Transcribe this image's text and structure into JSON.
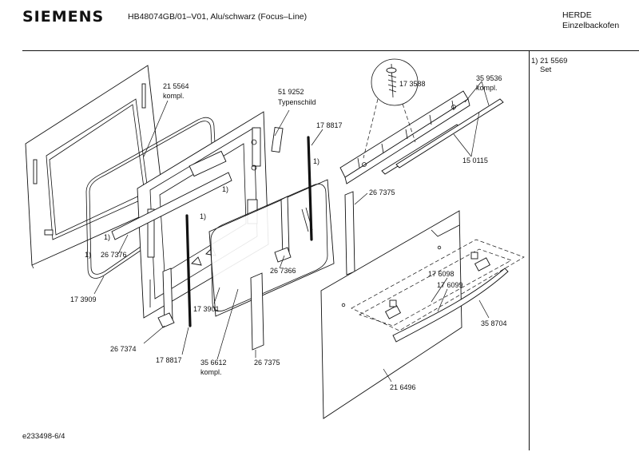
{
  "header": {
    "logo": "SIEMENS",
    "model": "HB48074GB/01–V01, Alu/schwarz (Focus–Line)",
    "brand_line1": "HERDE",
    "brand_line2": "Einzelbackofen"
  },
  "note": {
    "line1": "1) 21 5569",
    "line2": "Set"
  },
  "footer": {
    "code": "e233498-6/4"
  },
  "parts": {
    "p215564a": "21 5564",
    "p215564b": "kompl.",
    "p519252": "51 9252",
    "typenschild": "Typenschild",
    "p178817_top": "17 8817",
    "p173588": "17 3588",
    "p359536a": "35 9536",
    "p359536b": "kompl.",
    "p150115": "15 0115",
    "p267375_right": "26 7375",
    "p267376": "26 7376",
    "p173909": "17 3909",
    "p267366": "26 7366",
    "p173901": "17 3901",
    "p267374": "26 7374",
    "p178817_bottom": "17 8817",
    "p356612a": "35 6612",
    "p356612b": "kompl.",
    "p267375_bottom": "26 7375",
    "p176098": "17 6098",
    "p176099": "17 6099",
    "p358704": "35 8704",
    "p216496": "21 6496"
  },
  "marks": {
    "set1": "1)",
    "set2": "1)",
    "set3": "1)",
    "set4": "1)",
    "set5": "1)"
  }
}
